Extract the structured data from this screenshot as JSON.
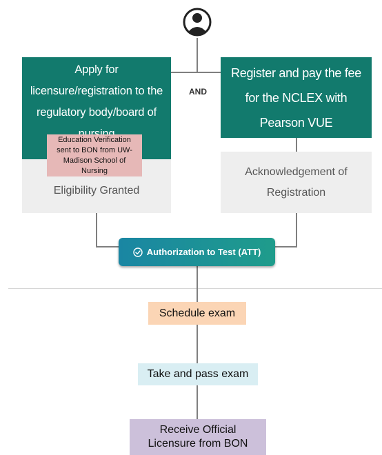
{
  "colors": {
    "teal": "#127a6d",
    "gray_box": "#eeeeee",
    "pink_box": "#e6b8b7",
    "att_gradient_start": "#1a86a3",
    "att_gradient_end": "#1f9c8b",
    "schedule_box": "#fbd5b5",
    "take_exam_box": "#d9eef3",
    "receive_box": "#ccc0da",
    "connector": "#7f7f7f"
  },
  "icons": {
    "top": "user-icon",
    "att": "check-circle-icon"
  },
  "connector_label": "AND",
  "apply_box": {
    "text": "Apply for licensure/registration to the regulatory body/board of nursing"
  },
  "education_box": {
    "text": "Education Verification sent to BON from UW-Madison School of Nursing"
  },
  "eligibility_box": {
    "text": "Eligibility Granted"
  },
  "register_box": {
    "text": "Register and pay the fee for the NCLEX with Pearson VUE"
  },
  "acknowledgement_box": {
    "text": "Acknowledgement of Registration"
  },
  "att_box": {
    "text": "Authorization to Test (ATT)"
  },
  "steps": [
    {
      "text": "Schedule exam"
    },
    {
      "text": "Take and pass exam"
    },
    {
      "text": "Receive Official Licensure from BON"
    }
  ]
}
